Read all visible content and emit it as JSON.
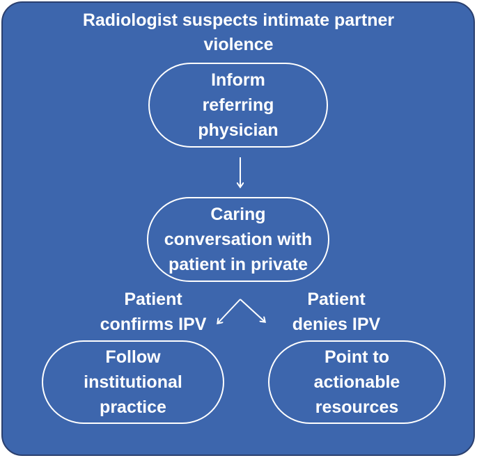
{
  "diagram": {
    "title": "Radiologist suspects intimate partner\nviolence",
    "nodes": {
      "inform": "Inform\nreferring\nphysician",
      "conversation": "Caring\nconversation with\npatient in private",
      "follow": "Follow\ninstitutional\npractice",
      "resources": "Point to\nactionable\nresources"
    },
    "branch_labels": {
      "confirms": "Patient\nconfirms IPV",
      "denies": "Patient\ndenies IPV"
    },
    "colors": {
      "background": "#3d66ad",
      "foreground": "#ffffff"
    }
  }
}
